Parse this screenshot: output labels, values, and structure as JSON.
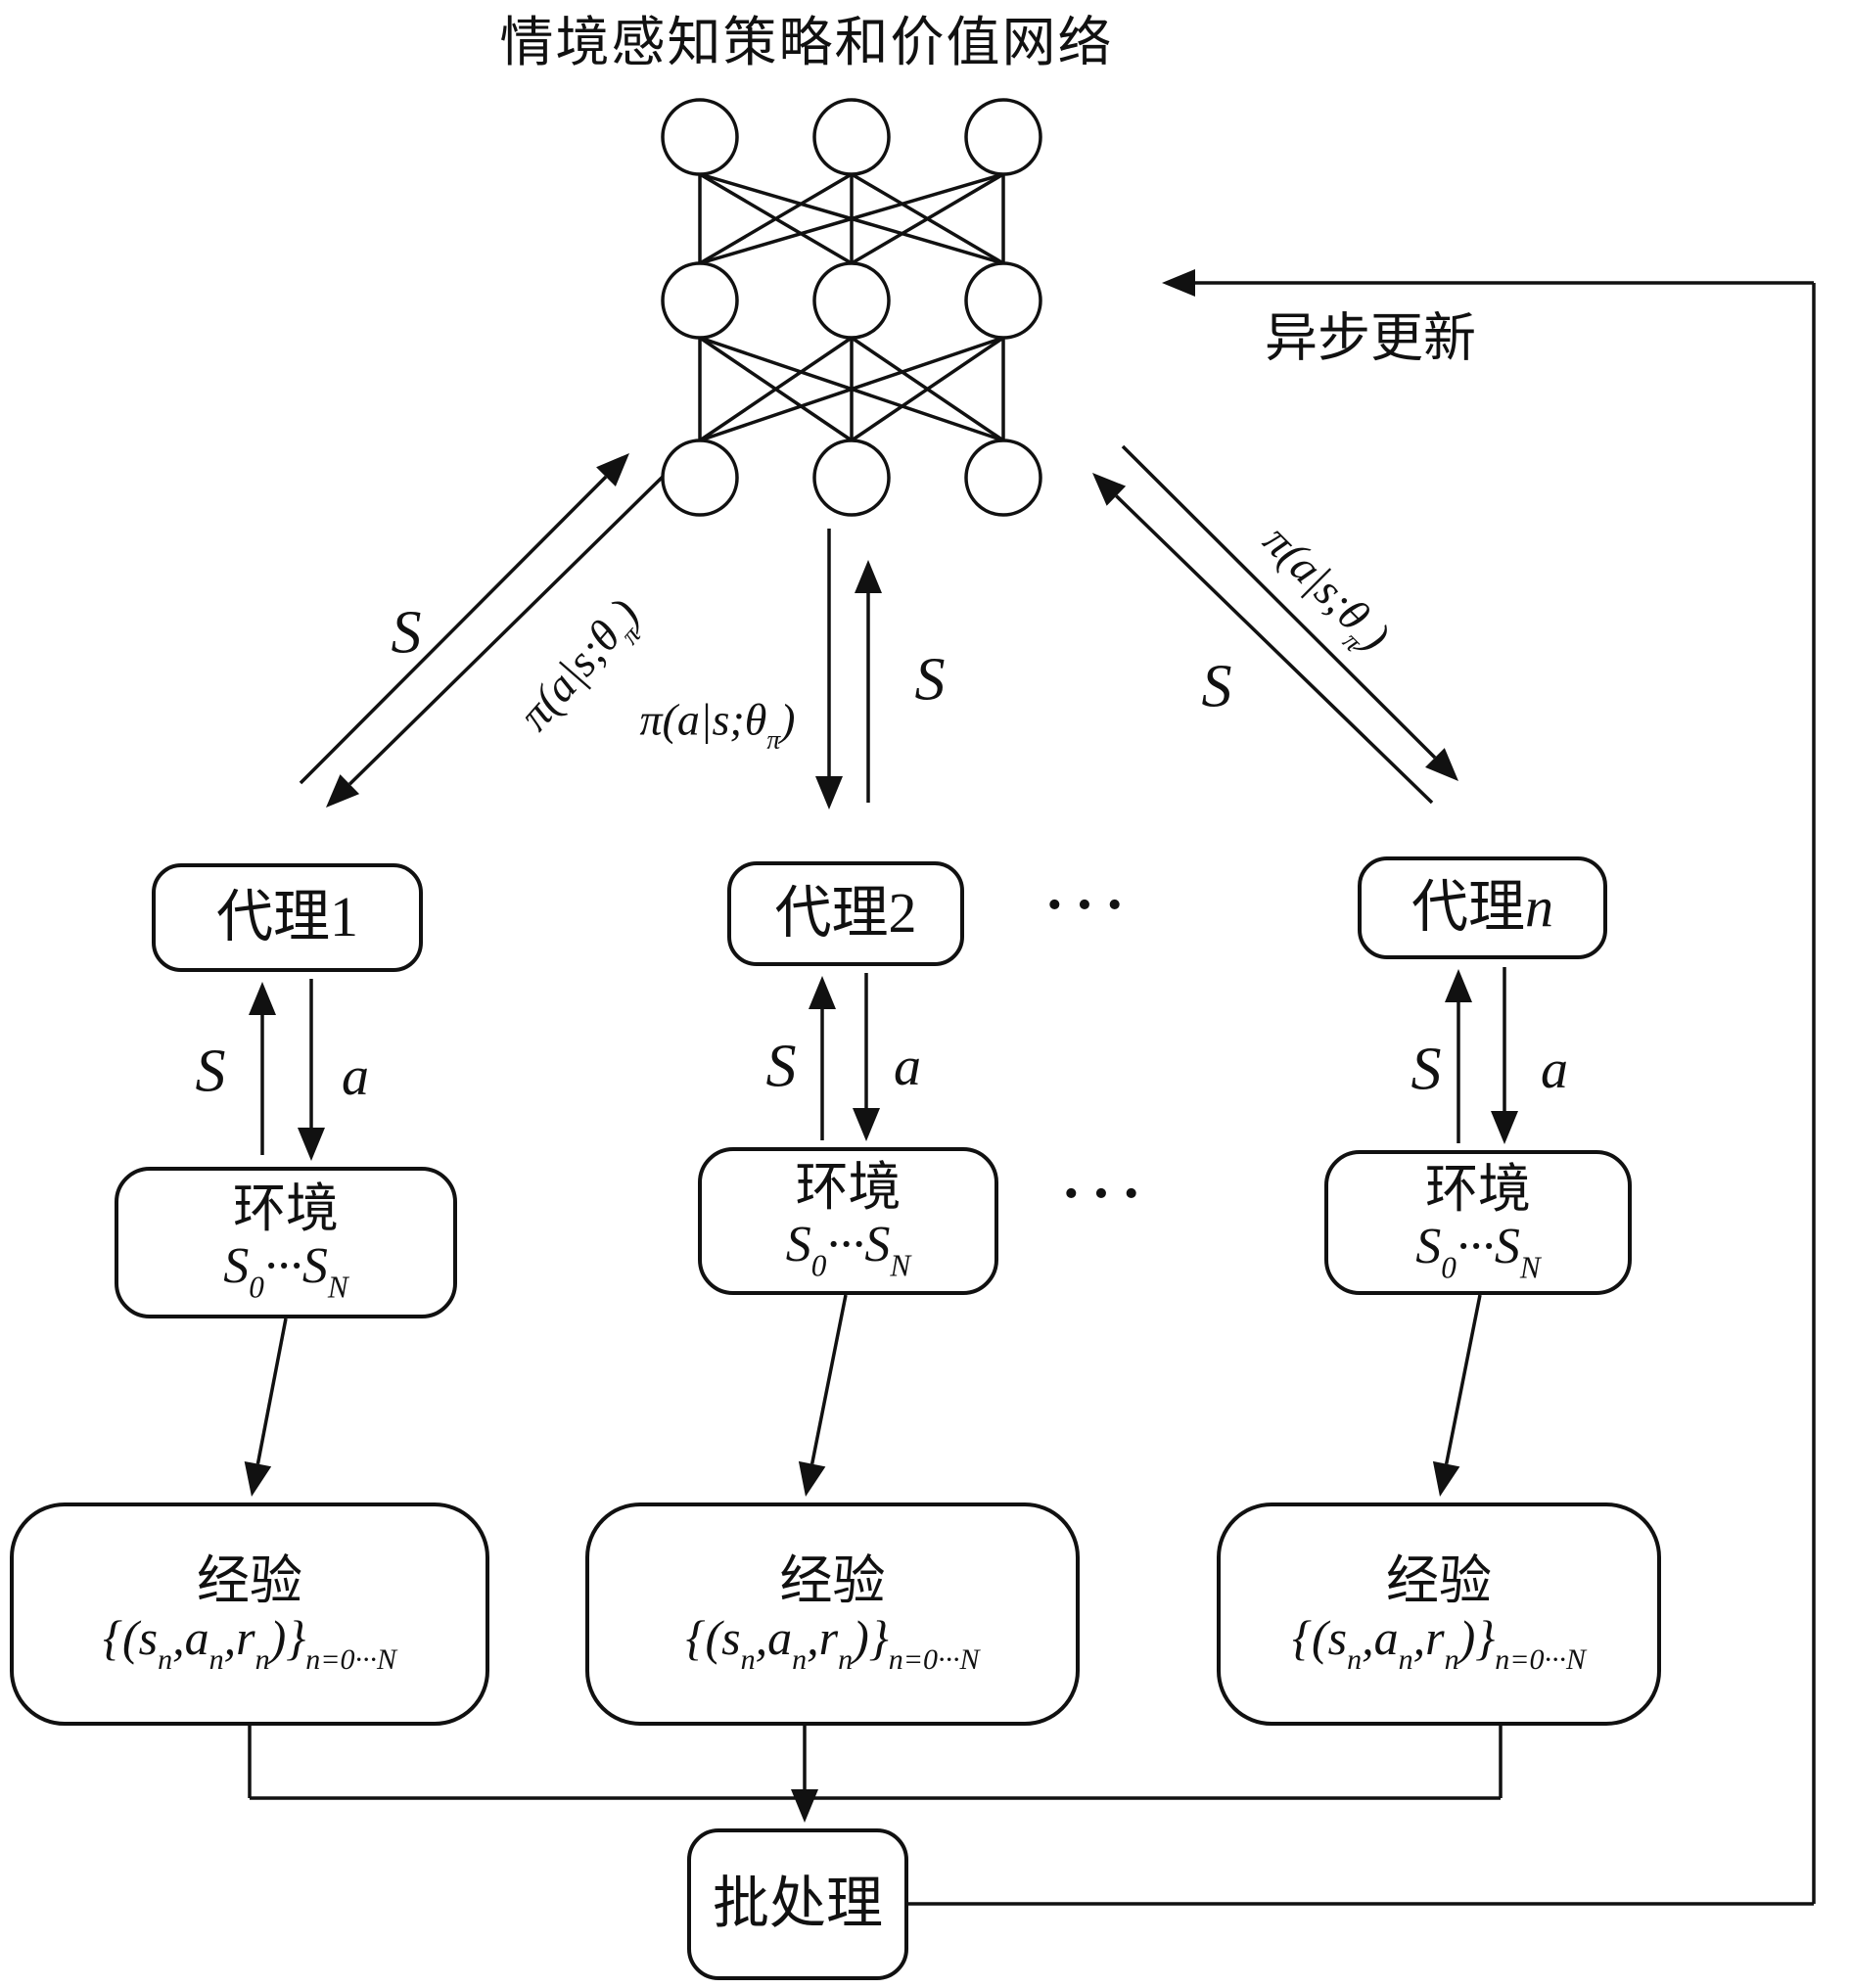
{
  "title": "情境感知策略和价值网络",
  "annotations": {
    "async_update": "异步更新",
    "state": "S",
    "action": "a",
    "ellipsis": "···"
  },
  "formulas": {
    "policy": {
      "pre": "π(a|s;θ",
      "sub": "π",
      "post": ")"
    },
    "env_states": {
      "base1": "S",
      "sub1": "0",
      "dots": "···",
      "base2": "S",
      "sub2": "N"
    },
    "experience": {
      "p1": "{(s",
      "s1": "n",
      "p2": ",a",
      "s2": "n",
      "p3": ",r",
      "s3": "n",
      "p4": ")}",
      "s4": "n=0···N"
    }
  },
  "boxes": {
    "agents": [
      {
        "prefix": "代理",
        "suffix": "1"
      },
      {
        "prefix": "代理",
        "suffix": "2"
      },
      {
        "prefix": "代理",
        "suffix": "n"
      }
    ],
    "environment_title": "环境",
    "experience_title": "经验",
    "batch": "批处理"
  }
}
